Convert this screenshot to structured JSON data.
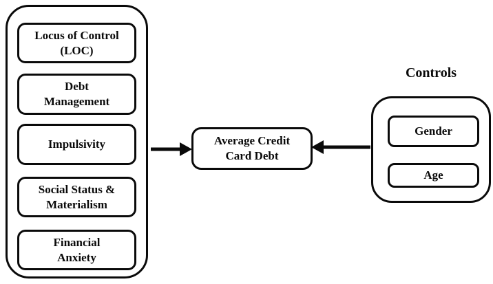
{
  "diagram": {
    "predictors_panel": {
      "items": [
        {
          "label": "Locus of Control\n(LOC)"
        },
        {
          "label": "Debt\nManagement"
        },
        {
          "label": "Impulsivity"
        },
        {
          "label": "Social Status &\nMaterialism"
        },
        {
          "label": "Financial\nAnxiety"
        }
      ]
    },
    "outcome": {
      "label": "Average Credit\nCard Debt"
    },
    "controls_panel": {
      "title": "Controls",
      "items": [
        {
          "label": "Gender"
        },
        {
          "label": "Age"
        }
      ]
    },
    "colors": {
      "stroke": "#0a0a0a",
      "background": "#ffffff",
      "text": "#0a0a0a"
    }
  }
}
